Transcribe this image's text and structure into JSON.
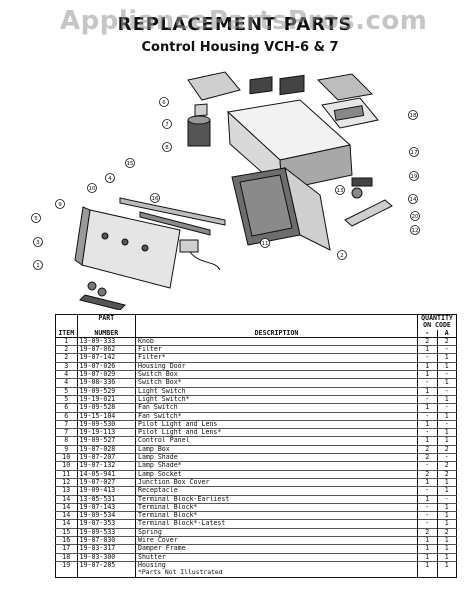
{
  "watermark": "AppliancePartsPros.com",
  "title": "REPLACEMENT PARTS",
  "subtitle": "Control Housing VCH-6 & 7",
  "table": {
    "header": {
      "item": "ITEM",
      "part": "PART",
      "number": "NUMBER",
      "description": "DESCRIPTION",
      "quantity": "QUANTITY",
      "on_code": "ON CODE",
      "col1": "-",
      "col2": "A"
    },
    "rows": [
      {
        "item": "1",
        "part": "13-09-333",
        "desc": "Knob",
        "q1": "2",
        "q2": "2"
      },
      {
        "item": "2",
        "part": "19-07-062",
        "desc": "Filter",
        "q1": "1",
        "q2": "-"
      },
      {
        "item": "2",
        "part": "19-07-142",
        "desc": "Filter*",
        "q1": "-",
        "q2": "1"
      },
      {
        "item": "3",
        "part": "19-07-026",
        "desc": "Housing Door",
        "q1": "1",
        "q2": "1"
      },
      {
        "item": "4",
        "part": "19-07-029",
        "desc": "Switch Box",
        "q1": "1",
        "q2": "-"
      },
      {
        "item": "4",
        "part": "19-08-336",
        "desc": "Switch Box*",
        "q1": "-",
        "q2": "1"
      },
      {
        "item": "5",
        "part": "19-09-529",
        "desc": "Light Switch",
        "q1": "1",
        "q2": "-"
      },
      {
        "item": "5",
        "part": "19-19-021",
        "desc": "Light Switch*",
        "q1": "-",
        "q2": "1"
      },
      {
        "item": "6",
        "part": "19-09-528",
        "desc": "Fan Switch",
        "q1": "1",
        "q2": "-"
      },
      {
        "item": "6",
        "part": "19-15-104",
        "desc": "Fan Switch*",
        "q1": "-",
        "q2": "1"
      },
      {
        "item": "7",
        "part": "19-09-530",
        "desc": "Pilot Light and Lens",
        "q1": "1",
        "q2": "-"
      },
      {
        "item": "7",
        "part": "19-19-113",
        "desc": "Pilot Light and Lens*",
        "q1": "-",
        "q2": "1"
      },
      {
        "item": "8",
        "part": "19-09-527",
        "desc": "Control Panel",
        "q1": "1",
        "q2": "1"
      },
      {
        "item": "9",
        "part": "19-07-028",
        "desc": "Lamp Box",
        "q1": "2",
        "q2": "2"
      },
      {
        "item": "10",
        "part": "19-07-207",
        "desc": "Lamp Shade",
        "q1": "2",
        "q2": "-"
      },
      {
        "item": "10",
        "part": "19-07-132",
        "desc": "Lamp Shade*",
        "q1": "-",
        "q2": "2"
      },
      {
        "item": "11",
        "part": "14-05-941",
        "desc": "Lamp Socket",
        "q1": "2",
        "q2": "2"
      },
      {
        "item": "12",
        "part": "19-07-027",
        "desc": "Junction Box Cover",
        "q1": "1",
        "q2": "1"
      },
      {
        "item": "13",
        "part": "19-09-413",
        "desc": "Receptacle",
        "q1": "-",
        "q2": "1"
      },
      {
        "item": "14",
        "part": "13-05-531",
        "desc": "Terminal Block-Earliest",
        "q1": "1",
        "q2": "-"
      },
      {
        "item": "14",
        "part": "19-07-143",
        "desc": "Terminal Block*",
        "q1": "-",
        "q2": "1"
      },
      {
        "item": "14",
        "part": "19-09-534",
        "desc": "Terminal Block*",
        "q1": "-",
        "q2": "1"
      },
      {
        "item": "14",
        "part": "19-07-353",
        "desc": "Terminal Block*-Latest",
        "q1": "-",
        "q2": "1"
      },
      {
        "item": "15",
        "part": "19-09-533",
        "desc": "Spring",
        "q1": "2",
        "q2": "2"
      },
      {
        "item": "16",
        "part": "19-07-030",
        "desc": "Wire Cover",
        "q1": "1",
        "q2": "1"
      },
      {
        "item": "17",
        "part": "19-03-317",
        "desc": "Damper Frame",
        "q1": "1",
        "q2": "1"
      },
      {
        "item": "18",
        "part": "19-03-300",
        "desc": "Shutter",
        "q1": "1",
        "q2": "1"
      },
      {
        "item": "19",
        "part": "19-07-205",
        "desc": "Housing",
        "q1": "1",
        "q2": "1"
      }
    ],
    "footnote": "*Parts Not Illustrated"
  },
  "diagram": {
    "callouts": [
      "1",
      "2",
      "3",
      "4",
      "5",
      "6",
      "7",
      "8",
      "9",
      "10",
      "11",
      "12",
      "13",
      "14",
      "15",
      "16",
      "17",
      "18",
      "19",
      "20"
    ]
  }
}
